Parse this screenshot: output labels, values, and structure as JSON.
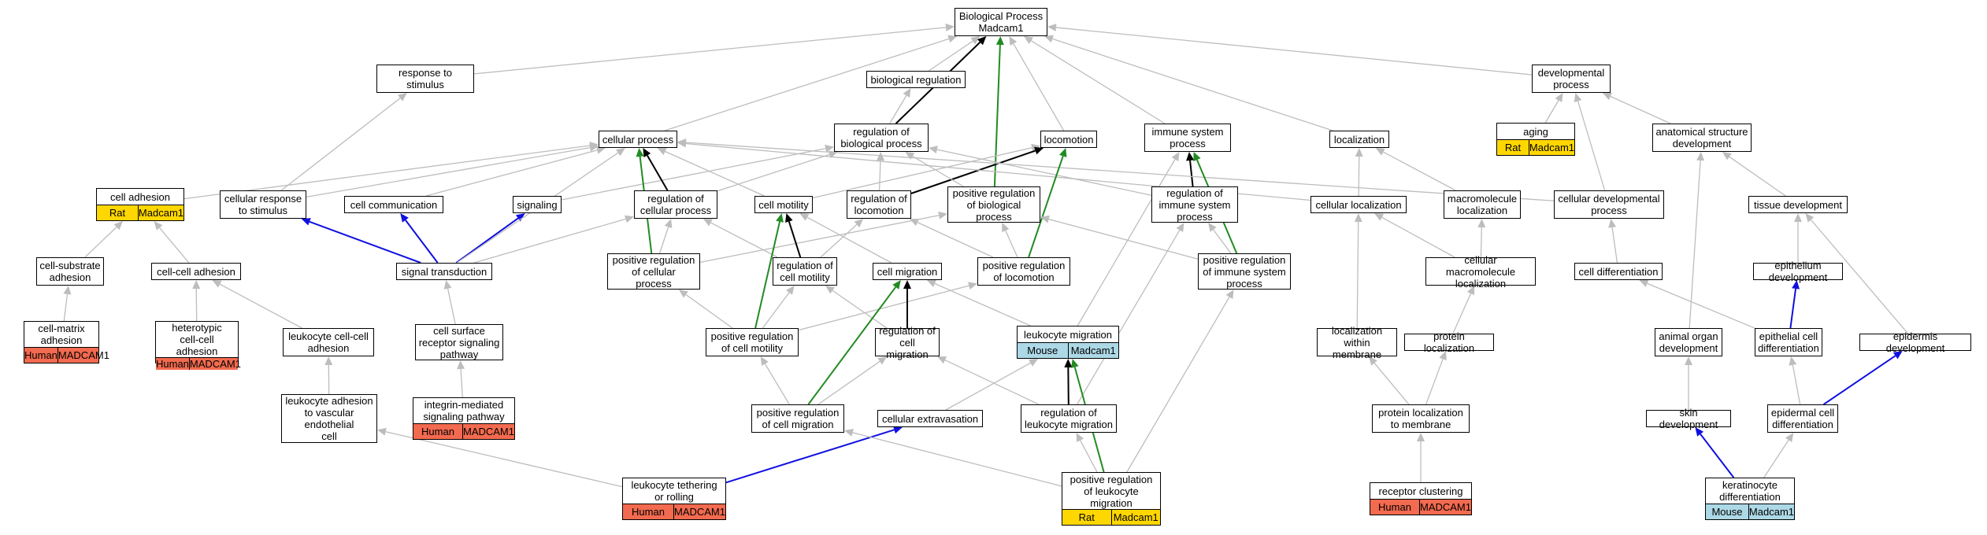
{
  "colors": {
    "edge_default": "#bdbdbd",
    "edge_black": "#000000",
    "edge_green": "#228b22",
    "edge_blue": "#1010e0",
    "human": "#f26a4f",
    "rat": "#ffd700",
    "mouse": "#add8e6"
  },
  "nodes": [
    {
      "id": "bp",
      "label": "Biological Process\nMadcam1"
    },
    {
      "id": "resp_stim",
      "label": "response to\nstimulus"
    },
    {
      "id": "bio_reg",
      "label": "biological regulation"
    },
    {
      "id": "dev_proc",
      "label": "developmental\nprocess"
    },
    {
      "id": "cell_proc",
      "label": "cellular process"
    },
    {
      "id": "reg_bio",
      "label": "regulation of\nbiological process"
    },
    {
      "id": "locomotion",
      "label": "locomotion"
    },
    {
      "id": "immune",
      "label": "immune system\nprocess"
    },
    {
      "id": "localization",
      "label": "localization"
    },
    {
      "id": "aging",
      "label": "aging",
      "genes": [
        {
          "species": "Rat",
          "gene": "Madcam1"
        }
      ]
    },
    {
      "id": "anat_dev",
      "label": "anatomical structure\ndevelopment"
    },
    {
      "id": "cell_adh",
      "label": "cell adhesion",
      "genes": [
        {
          "species": "Rat",
          "gene": "Madcam1"
        }
      ]
    },
    {
      "id": "cell_resp",
      "label": "cellular response\nto stimulus"
    },
    {
      "id": "cell_comm",
      "label": "cell communication"
    },
    {
      "id": "signaling",
      "label": "signaling"
    },
    {
      "id": "reg_cell_proc",
      "label": "regulation of\ncellular process"
    },
    {
      "id": "cell_motility",
      "label": "cell motility"
    },
    {
      "id": "reg_loco",
      "label": "regulation of\nlocomotion"
    },
    {
      "id": "pos_reg_bio",
      "label": "positive regulation\nof biological\nprocess"
    },
    {
      "id": "reg_immune",
      "label": "regulation of\nimmune system\nprocess"
    },
    {
      "id": "cell_local",
      "label": "cellular localization"
    },
    {
      "id": "macro_local",
      "label": "macromolecule\nlocalization"
    },
    {
      "id": "cell_dev_proc",
      "label": "cellular developmental\nprocess"
    },
    {
      "id": "tissue_dev",
      "label": "tissue development"
    },
    {
      "id": "cell_sub_adh",
      "label": "cell-substrate\nadhesion"
    },
    {
      "id": "cell_cell_adh",
      "label": "cell-cell adhesion"
    },
    {
      "id": "signal_trans",
      "label": "signal transduction"
    },
    {
      "id": "pos_reg_cell_proc",
      "label": "positive regulation\nof cellular\nprocess"
    },
    {
      "id": "reg_cell_mot",
      "label": "regulation of\ncell motility"
    },
    {
      "id": "cell_migration",
      "label": "cell migration"
    },
    {
      "id": "pos_reg_loco",
      "label": "positive regulation\nof locomotion"
    },
    {
      "id": "pos_reg_immune",
      "label": "positive regulation\nof immune system\nprocess"
    },
    {
      "id": "cell_macro_local",
      "label": "cellular macromolecule\nlocalization"
    },
    {
      "id": "cell_diff",
      "label": "cell differentiation"
    },
    {
      "id": "epith_dev",
      "label": "epithelium development"
    },
    {
      "id": "cell_matrix_adh",
      "label": "cell-matrix\nadhesion",
      "genes": [
        {
          "species": "Human",
          "gene": "MADCAM1"
        }
      ]
    },
    {
      "id": "hetero_adh",
      "label": "heterotypic\ncell-cell adhesion",
      "genes": [
        {
          "species": "Human",
          "gene": "MADCAM1"
        }
      ]
    },
    {
      "id": "leuk_cc_adh",
      "label": "leukocyte cell-cell\nadhesion"
    },
    {
      "id": "csr_sig",
      "label": "cell surface\nreceptor signaling\npathway"
    },
    {
      "id": "pos_reg_cell_mot",
      "label": "positive regulation\nof cell motility"
    },
    {
      "id": "reg_cell_mig",
      "label": "regulation of\ncell migration"
    },
    {
      "id": "leuk_mig",
      "label": "leukocyte migration",
      "genes": [
        {
          "species": "Mouse",
          "gene": "Madcam1"
        }
      ]
    },
    {
      "id": "local_membrane",
      "label": "localization\nwithin membrane"
    },
    {
      "id": "protein_local",
      "label": "protein localization"
    },
    {
      "id": "animal_organ",
      "label": "animal organ\ndevelopment"
    },
    {
      "id": "epith_cell_diff",
      "label": "epithelial cell\ndifferentiation"
    },
    {
      "id": "epid_dev",
      "label": "epidermis development"
    },
    {
      "id": "leuk_adh_vasc",
      "label": "leukocyte adhesion\nto vascular\nendothelial\ncell"
    },
    {
      "id": "integrin_sig",
      "label": "integrin-mediated\nsignaling pathway",
      "genes": [
        {
          "species": "Human",
          "gene": "MADCAM1"
        }
      ]
    },
    {
      "id": "pos_reg_cell_mig",
      "label": "positive regulation\nof cell migration"
    },
    {
      "id": "cell_extrav",
      "label": "cellular extravasation"
    },
    {
      "id": "reg_leuk_mig",
      "label": "regulation of\nleukocyte migration"
    },
    {
      "id": "prot_local_membrane",
      "label": "protein localization\nto membrane"
    },
    {
      "id": "skin_dev",
      "label": "skin development"
    },
    {
      "id": "epid_cell_diff",
      "label": "epidermal cell\ndifferentiation"
    },
    {
      "id": "leuk_tether",
      "label": "leukocyte tethering\nor rolling",
      "genes": [
        {
          "species": "Human",
          "gene": "MADCAM1"
        }
      ]
    },
    {
      "id": "pos_reg_leuk_mig",
      "label": "positive regulation\nof leukocyte\nmigration",
      "genes": [
        {
          "species": "Rat",
          "gene": "Madcam1"
        }
      ]
    },
    {
      "id": "receptor_clust",
      "label": "receptor clustering",
      "genes": [
        {
          "species": "Human",
          "gene": "MADCAM1"
        }
      ]
    },
    {
      "id": "kerat_diff",
      "label": "keratinocyte\ndifferentiation",
      "genes": [
        {
          "species": "Mouse",
          "gene": "Madcam1"
        }
      ]
    }
  ],
  "edges": [
    [
      "resp_stim",
      "bp",
      "gray"
    ],
    [
      "bio_reg",
      "bp",
      "gray"
    ],
    [
      "reg_bio",
      "bp",
      "black"
    ],
    [
      "pos_reg_bio",
      "bp",
      "green"
    ],
    [
      "locomotion",
      "bp",
      "gray"
    ],
    [
      "immune",
      "bp",
      "gray"
    ],
    [
      "localization",
      "bp",
      "gray"
    ],
    [
      "dev_proc",
      "bp",
      "gray"
    ],
    [
      "cell_proc",
      "bp",
      "gray"
    ],
    [
      "reg_bio",
      "bio_reg",
      "gray"
    ],
    [
      "aging",
      "dev_proc",
      "gray"
    ],
    [
      "anat_dev",
      "dev_proc",
      "gray"
    ],
    [
      "cell_dev_proc",
      "dev_proc",
      "gray"
    ],
    [
      "cell_adh",
      "cell_proc",
      "gray"
    ],
    [
      "cell_resp",
      "resp_stim",
      "gray"
    ],
    [
      "cell_resp",
      "cell_proc",
      "gray"
    ],
    [
      "cell_comm",
      "cell_proc",
      "gray"
    ],
    [
      "signaling",
      "reg_bio",
      "gray"
    ],
    [
      "reg_cell_proc",
      "cell_proc",
      "black"
    ],
    [
      "reg_cell_proc",
      "reg_bio",
      "gray"
    ],
    [
      "cell_motility",
      "cell_proc",
      "gray"
    ],
    [
      "cell_motility",
      "locomotion",
      "gray"
    ],
    [
      "reg_loco",
      "locomotion",
      "black"
    ],
    [
      "reg_loco",
      "reg_bio",
      "gray"
    ],
    [
      "pos_reg_bio",
      "reg_bio",
      "gray"
    ],
    [
      "reg_immune",
      "reg_bio",
      "gray"
    ],
    [
      "reg_immune",
      "immune",
      "black"
    ],
    [
      "cell_local",
      "cell_proc",
      "gray"
    ],
    [
      "cell_local",
      "localization",
      "gray"
    ],
    [
      "macro_local",
      "localization",
      "gray"
    ],
    [
      "cell_dev_proc",
      "cell_proc",
      "gray"
    ],
    [
      "tissue_dev",
      "anat_dev",
      "gray"
    ],
    [
      "cell_sub_adh",
      "cell_adh",
      "gray"
    ],
    [
      "cell_cell_adh",
      "cell_adh",
      "gray"
    ],
    [
      "signal_trans",
      "cell_resp",
      "blue"
    ],
    [
      "signal_trans",
      "cell_comm",
      "blue"
    ],
    [
      "signal_trans",
      "signaling",
      "blue"
    ],
    [
      "signal_trans",
      "reg_cell_proc",
      "gray"
    ],
    [
      "signal_trans",
      "cell_proc",
      "gray"
    ],
    [
      "pos_reg_cell_proc",
      "cell_proc",
      "green"
    ],
    [
      "pos_reg_cell_proc",
      "reg_cell_proc",
      "gray"
    ],
    [
      "pos_reg_cell_proc",
      "pos_reg_bio",
      "gray"
    ],
    [
      "reg_cell_mot",
      "cell_motility",
      "black"
    ],
    [
      "reg_cell_mot",
      "reg_cell_proc",
      "gray"
    ],
    [
      "reg_cell_mot",
      "reg_loco",
      "gray"
    ],
    [
      "cell_migration",
      "cell_motility",
      "gray"
    ],
    [
      "pos_reg_loco",
      "locomotion",
      "green"
    ],
    [
      "pos_reg_loco",
      "reg_loco",
      "gray"
    ],
    [
      "pos_reg_loco",
      "pos_reg_bio",
      "gray"
    ],
    [
      "pos_reg_immune",
      "immune",
      "green"
    ],
    [
      "pos_reg_immune",
      "reg_immune",
      "gray"
    ],
    [
      "pos_reg_immune",
      "pos_reg_bio",
      "gray"
    ],
    [
      "cell_macro_local",
      "cell_local",
      "gray"
    ],
    [
      "cell_macro_local",
      "macro_local",
      "gray"
    ],
    [
      "cell_diff",
      "cell_dev_proc",
      "gray"
    ],
    [
      "epith_dev",
      "tissue_dev",
      "gray"
    ],
    [
      "cell_matrix_adh",
      "cell_sub_adh",
      "gray"
    ],
    [
      "hetero_adh",
      "cell_cell_adh",
      "gray"
    ],
    [
      "leuk_cc_adh",
      "cell_cell_adh",
      "gray"
    ],
    [
      "csr_sig",
      "signal_trans",
      "gray"
    ],
    [
      "pos_reg_cell_mot",
      "cell_motility",
      "green"
    ],
    [
      "pos_reg_cell_mot",
      "reg_cell_mot",
      "gray"
    ],
    [
      "pos_reg_cell_mot",
      "pos_reg_cell_proc",
      "gray"
    ],
    [
      "pos_reg_cell_mot",
      "pos_reg_loco",
      "gray"
    ],
    [
      "reg_cell_mig",
      "cell_migration",
      "black"
    ],
    [
      "reg_cell_mig",
      "reg_cell_mot",
      "gray"
    ],
    [
      "leuk_mig",
      "cell_migration",
      "gray"
    ],
    [
      "leuk_mig",
      "immune",
      "gray"
    ],
    [
      "local_membrane",
      "cell_local",
      "gray"
    ],
    [
      "protein_local",
      "cell_macro_local",
      "gray"
    ],
    [
      "animal_organ",
      "anat_dev",
      "gray"
    ],
    [
      "epith_cell_diff",
      "epith_dev",
      "blue"
    ],
    [
      "epith_cell_diff",
      "cell_diff",
      "gray"
    ],
    [
      "epid_dev",
      "tissue_dev",
      "gray"
    ],
    [
      "leuk_adh_vasc",
      "leuk_cc_adh",
      "gray"
    ],
    [
      "integrin_sig",
      "csr_sig",
      "gray"
    ],
    [
      "pos_reg_cell_mig",
      "cell_migration",
      "green"
    ],
    [
      "pos_reg_cell_mig",
      "reg_cell_mig",
      "gray"
    ],
    [
      "pos_reg_cell_mig",
      "pos_reg_cell_mot",
      "gray"
    ],
    [
      "cell_extrav",
      "leuk_mig",
      "gray"
    ],
    [
      "reg_leuk_mig",
      "leuk_mig",
      "black"
    ],
    [
      "reg_leuk_mig",
      "reg_cell_mig",
      "gray"
    ],
    [
      "reg_leuk_mig",
      "reg_immune",
      "gray"
    ],
    [
      "prot_local_membrane",
      "local_membrane",
      "gray"
    ],
    [
      "prot_local_membrane",
      "protein_local",
      "gray"
    ],
    [
      "skin_dev",
      "animal_organ",
      "gray"
    ],
    [
      "epid_cell_diff",
      "epith_cell_diff",
      "gray"
    ],
    [
      "epid_cell_diff",
      "epid_dev",
      "blue"
    ],
    [
      "leuk_tether",
      "leuk_adh_vasc",
      "gray"
    ],
    [
      "leuk_tether",
      "cell_extrav",
      "blue"
    ],
    [
      "pos_reg_leuk_mig",
      "leuk_mig",
      "green"
    ],
    [
      "pos_reg_leuk_mig",
      "reg_leuk_mig",
      "gray"
    ],
    [
      "pos_reg_leuk_mig",
      "pos_reg_cell_mig",
      "gray"
    ],
    [
      "pos_reg_leuk_mig",
      "pos_reg_immune",
      "gray"
    ],
    [
      "receptor_clust",
      "prot_local_membrane",
      "gray"
    ],
    [
      "kerat_diff",
      "skin_dev",
      "blue"
    ],
    [
      "kerat_diff",
      "epid_cell_diff",
      "gray"
    ]
  ]
}
